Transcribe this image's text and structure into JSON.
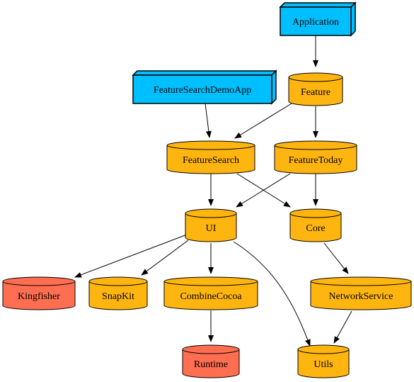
{
  "colors": {
    "app": "#00BFFF",
    "module": "#FFB50F",
    "external": "#FF6E51",
    "stroke": "#000000"
  },
  "nodes": [
    {
      "id": "application",
      "label": "Application",
      "kind": "app"
    },
    {
      "id": "feature",
      "label": "Feature",
      "kind": "module"
    },
    {
      "id": "featuresearchdemoapp",
      "label": "FeatureSearchDemoApp",
      "kind": "app"
    },
    {
      "id": "featuresearch",
      "label": "FeatureSearch",
      "kind": "module"
    },
    {
      "id": "featuretoday",
      "label": "FeatureToday",
      "kind": "module"
    },
    {
      "id": "ui",
      "label": "UI",
      "kind": "module"
    },
    {
      "id": "core",
      "label": "Core",
      "kind": "module"
    },
    {
      "id": "kingfisher",
      "label": "Kingfisher",
      "kind": "external"
    },
    {
      "id": "snapkit",
      "label": "SnapKit",
      "kind": "module"
    },
    {
      "id": "combinecocoa",
      "label": "CombineCocoa",
      "kind": "module"
    },
    {
      "id": "networkservice",
      "label": "NetworkService",
      "kind": "module"
    },
    {
      "id": "runtime",
      "label": "Runtime",
      "kind": "external"
    },
    {
      "id": "utils",
      "label": "Utils",
      "kind": "module"
    }
  ],
  "edges": [
    {
      "from": "application",
      "to": "feature"
    },
    {
      "from": "feature",
      "to": "featuresearch"
    },
    {
      "from": "feature",
      "to": "featuretoday"
    },
    {
      "from": "featuresearchdemoapp",
      "to": "featuresearch"
    },
    {
      "from": "featuresearch",
      "to": "ui"
    },
    {
      "from": "featuresearch",
      "to": "core"
    },
    {
      "from": "featuretoday",
      "to": "ui"
    },
    {
      "from": "featuretoday",
      "to": "core"
    },
    {
      "from": "ui",
      "to": "kingfisher"
    },
    {
      "from": "ui",
      "to": "snapkit"
    },
    {
      "from": "ui",
      "to": "combinecocoa"
    },
    {
      "from": "ui",
      "to": "utils"
    },
    {
      "from": "core",
      "to": "networkservice"
    },
    {
      "from": "combinecocoa",
      "to": "runtime"
    },
    {
      "from": "networkservice",
      "to": "utils"
    }
  ]
}
